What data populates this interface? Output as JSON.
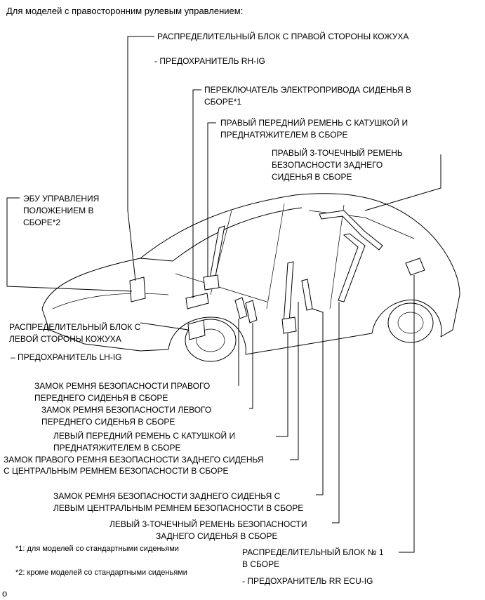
{
  "header": "Для моделей с правосторонним рулевым управлением:",
  "labels": {
    "junction_rh": "РАСПРЕДЕЛИТЕЛЬНЫЙ БЛОК С ПРАВОЙ СТОРОНЫ КОЖУХА",
    "fuse_rh": "- ПРЕДОХРАНИТЕЛЬ RH-IG",
    "seat_switch_l1": "ПЕРЕКЛЮЧАТЕЛЬ ЭЛЕКТРОПРИВОДА СИДЕНЬЯ В",
    "seat_switch_l2": "СБОРЕ*1",
    "rf_belt_l1": "ПРАВЫЙ ПЕРЕДНИЙ РЕМЕНЬ С КАТУШКОЙ И",
    "rf_belt_l2": "ПРЕДНАТЯЖИТЕЛЕМ В СБОРЕ",
    "rr3_belt_l1": "ПРАВЫЙ 3-ТОЧЕЧНЫЙ РЕМЕНЬ",
    "rr3_belt_l2": "БЕЗОПАСНОСТИ ЗАДНЕГО",
    "rr3_belt_l3": "СИДЕНЬЯ В СБОРЕ",
    "ecu_l1": "ЭБУ УПРАВЛЕНИЯ",
    "ecu_l2": "ПОЛОЖЕНИЕМ В",
    "ecu_l3": "СБОРЕ*2",
    "junction_lh_l1": "РАСПРЕДЕЛИТЕЛЬНЫЙ БЛОК С",
    "junction_lh_l2": "ЛЕВОЙ СТОРОНЫ КОЖУХА",
    "fuse_lh": "– ПРЕДОХРАНИТЕЛЬ LH-IG",
    "rf_buckle_l1": "ЗАМОК РЕМНЯ БЕЗОПАСНОСТИ ПРАВОГО",
    "rf_buckle_l2": "ПЕРЕДНЕГО СИДЕНЬЯ В СБОРЕ",
    "lf_buckle_l1": "ЗАМОК РЕМНЯ БЕЗОПАСНОСТИ ЛЕВОГО",
    "lf_buckle_l2": "ПЕРЕДНЕГО СИДЕНЬЯ В СБОРЕ",
    "lf_belt_l1": "ЛЕВЫЙ ПЕРЕДНИЙ РЕМЕНЬ С КАТУШКОЙ И",
    "lf_belt_l2": "ПРЕДНАТЯЖИТЕЛЕМ В СБОРЕ",
    "rr_buckle_center_l1": "ЗАМОК ПРАВОГО РЕМНЯ БЕЗОПАСНОСТИ ЗАДНЕГО СИДЕНЬЯ",
    "rr_buckle_center_l2": "С ЦЕНТРАЛЬНЫМ РЕМНЕМ БЕЗОПАСНОСТИ В СБОРЕ",
    "rear_buckle_lc_l1": "ЗАМОК РЕМНЯ БЕЗОПАСНОСТИ ЗАДНЕГО СИДЕНЬЯ С",
    "rear_buckle_lc_l2": "ЛЕВЫМ ЦЕНТРАЛЬНЫМ РЕМНЕМ БЕЗОПАСНОСТИ В СБОРЕ",
    "lr3_belt_l1": "ЛЕВЫЙ 3-ТОЧЕЧНЫЙ РЕМЕНЬ БЕЗОПАСНОСТИ",
    "lr3_belt_l2": "ЗАДНЕГО СИДЕНЬЯ В СБОРЕ",
    "junction1_l1": "РАСПРЕДЕЛИТЕЛЬНЫЙ БЛОК № 1",
    "junction1_l2": "В СБОРЕ",
    "fuse_rr": "- ПРЕДОХРАНИТЕЛЬ RR ECU-IG"
  },
  "footnotes": {
    "note1": "*1: для моделей со стандартными сиденьями",
    "note2": "*2: кроме моделей со стандартными сиденьями"
  },
  "figure_id": "o"
}
